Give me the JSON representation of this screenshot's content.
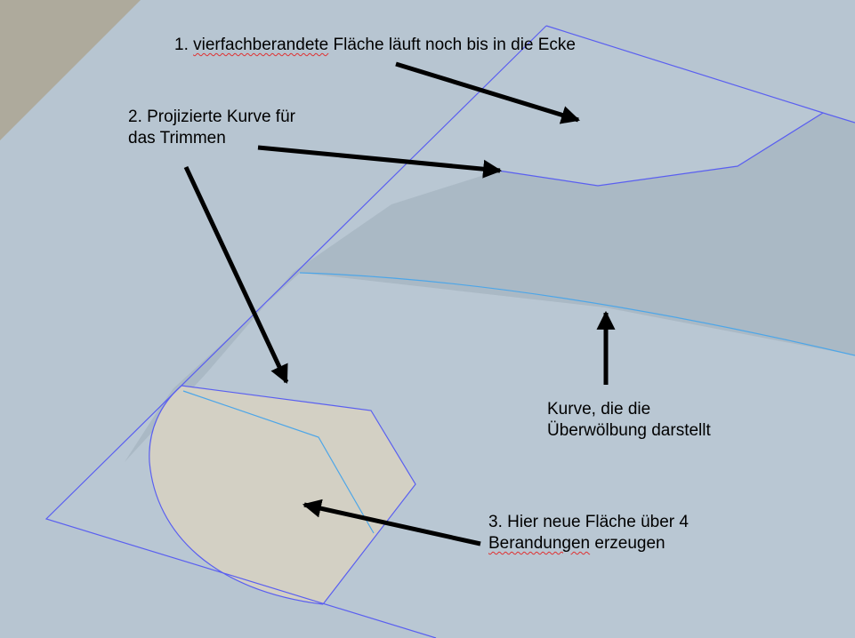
{
  "annotations": {
    "note1": {
      "prefix": "1. ",
      "word": "vierfachberandete",
      "rest": " Fläche läuft noch bis in die Ecke"
    },
    "note2": {
      "line1": "2. Projizierte Kurve für",
      "line2": "das Trimmen"
    },
    "note3": {
      "line1": "Kurve, die die",
      "line2": "Überwölbung darstellt"
    },
    "note4": {
      "line1": "3. Hier neue Fläche über 4",
      "line2_word": "Berandungen",
      "line2_rest": " erzeugen"
    }
  },
  "colors": {
    "background": "#b7c5d1",
    "outer_surface": "#b9c7d3",
    "shaded_surface": "#a9b7c3",
    "trim_surface": "#d3d0c4",
    "boundary_edge": "#5a5ff0",
    "curve": "#4da6e8",
    "arrow": "#000000",
    "corner": "#aeaa9c"
  }
}
